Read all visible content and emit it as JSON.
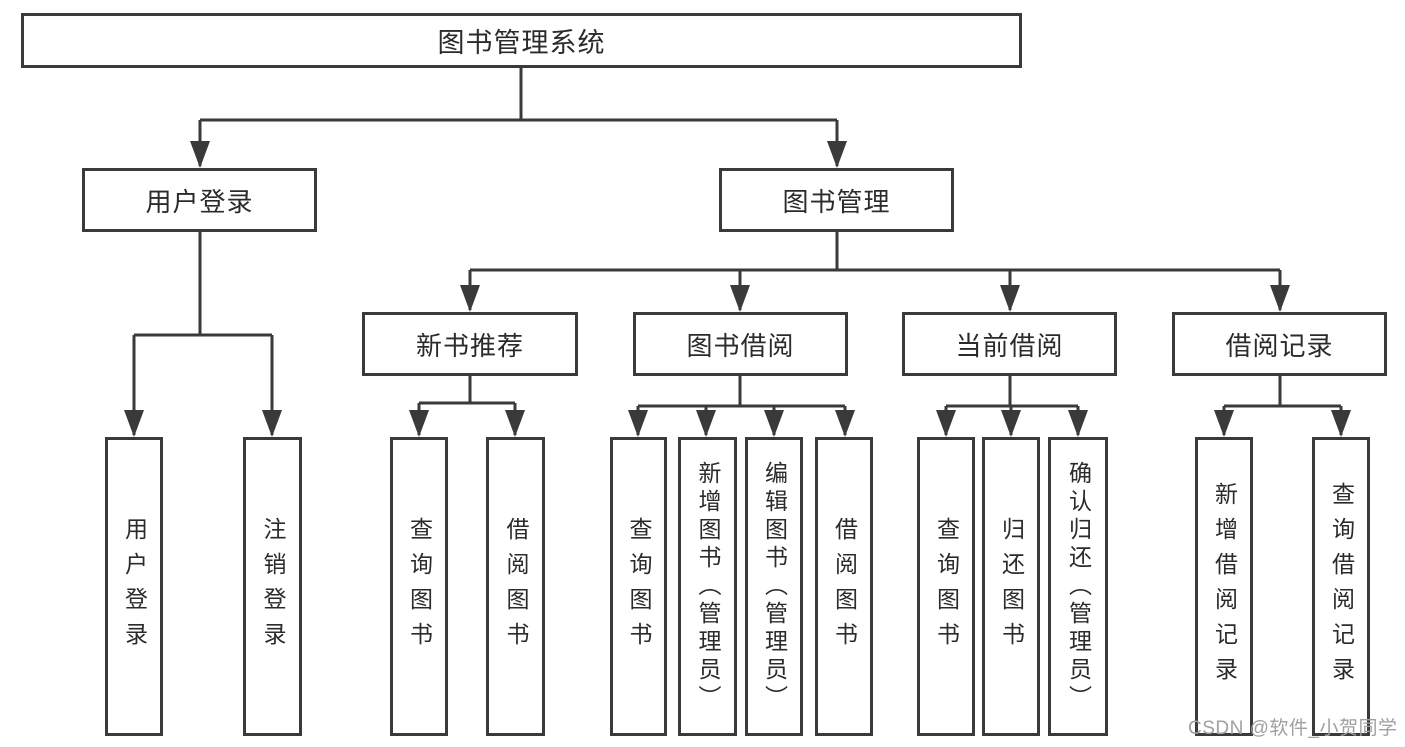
{
  "diagram": {
    "type": "tree",
    "root": {
      "label": "图书管理系统"
    },
    "level2": [
      {
        "label": "用户登录"
      },
      {
        "label": "图书管理"
      }
    ],
    "level3": [
      {
        "label": "新书推荐",
        "parent": "图书管理"
      },
      {
        "label": "图书借阅",
        "parent": "图书管理"
      },
      {
        "label": "当前借阅",
        "parent": "图书管理"
      },
      {
        "label": "借阅记录",
        "parent": "图书管理"
      }
    ],
    "leaves": {
      "user_login": [
        "用户登录",
        "注销登录"
      ],
      "new_book": [
        "查询图书",
        "借阅图书"
      ],
      "borrow": [
        "查询图书",
        "新增图书（管理员）",
        "编辑图书（管理员）",
        "借阅图书"
      ],
      "current": [
        "查询图书",
        "归还图书",
        "确认归还（管理员）"
      ],
      "records": [
        "新增借阅记录",
        "查询借阅记录"
      ]
    }
  },
  "watermark": {
    "text": "CSDN @软件_小贺同学"
  },
  "colors": {
    "line": "#3a3a3a",
    "box_border": "#3a3a3a",
    "text": "#2b2b2b",
    "background": "#ffffff",
    "watermark": "#a0a0a0"
  }
}
